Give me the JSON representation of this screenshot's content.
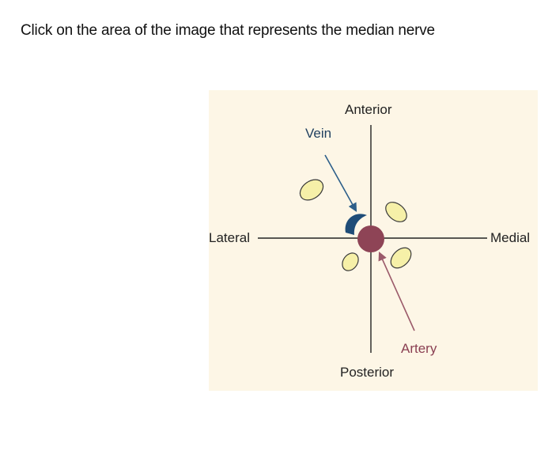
{
  "question": {
    "text": "Click on the area of the image that represents the median nerve"
  },
  "diagram": {
    "labels": {
      "anterior": "Anterior",
      "posterior": "Posterior",
      "lateral": "Lateral",
      "medial": "Medial",
      "vein": "Vein",
      "artery": "Artery"
    },
    "colors": {
      "background": "#fdf6e6",
      "nerve_fill": "#f6f0a8",
      "nerve_stroke": "#3a3a3a",
      "vein": "#1f4d78",
      "artery": "#8e4456",
      "axis": "#222222",
      "vein_arrow": "#2d5f8a",
      "artery_arrow": "#9b5a6a"
    }
  }
}
